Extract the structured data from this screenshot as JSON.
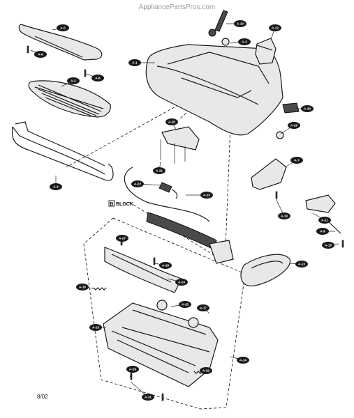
{
  "watermark": "AppliancePartsPros.com",
  "page_code": "8/02",
  "block_label": "BLOCK",
  "block_letter": "B",
  "callouts": [
    "A-1",
    "A-2",
    "A-3",
    "A-4",
    "A-5",
    "A-6",
    "A-7",
    "A-8",
    "A-9",
    "A-10",
    "A-11",
    "A-12",
    "A-13",
    "A-14",
    "A-15",
    "A-16",
    "A-17",
    "A-18",
    "A-19",
    "A-20",
    "A-21",
    "A-22",
    "A-23",
    "A-24",
    "A-25",
    "A-26",
    "A-27",
    "A-28",
    "A-29",
    "A-30",
    "A-31",
    "A-32"
  ]
}
